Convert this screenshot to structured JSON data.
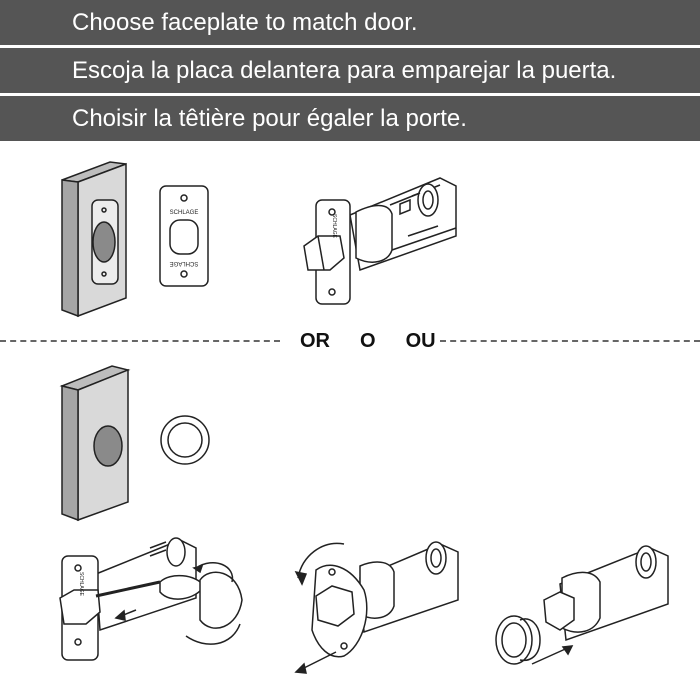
{
  "header": {
    "en": "Choose faceplate to match door.",
    "es": "Escoja la placa delantera para emparejar la puerta.",
    "fr": "Choisir la têtière pour égaler la porte."
  },
  "separator": {
    "or_en": "OR",
    "or_es": "O",
    "or_fr": "OU"
  },
  "faceplate_labels": {
    "top": "SCHLAGE",
    "bottom": "SCHLAGE"
  },
  "colors": {
    "band": "#555555",
    "band_text": "#ffffff",
    "door": "#d9d9d9",
    "door_dark": "#a6a6a6"
  }
}
